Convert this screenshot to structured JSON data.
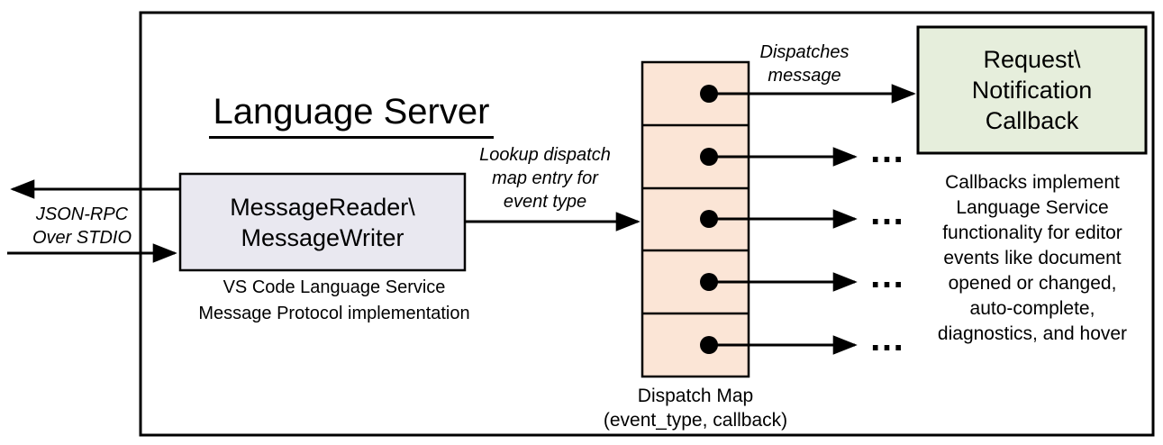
{
  "colors": {
    "background": "#ffffff",
    "border": "#000000",
    "message_box_fill": "#e9e8f0",
    "callback_box_fill": "#e6eedc",
    "dispatch_map_fill": "#fbe5d6"
  },
  "diagram": {
    "title": "Language Server",
    "message_box": {
      "label": "MessageReader\\\nMessageWriter",
      "caption": "VS Code Language Service\nMessage Protocol implementation"
    },
    "callback_box": {
      "label": "Request\\\nNotification\nCallback"
    },
    "dispatch_map": {
      "caption": "Dispatch Map\n(event_type, callback)",
      "cells": 5
    },
    "labels": {
      "stdio": "JSON-RPC\nOver STDIO",
      "lookup": "Lookup dispatch\nmap entry for\nevent type",
      "dispatches": "Dispatches\nmessage",
      "ellipsis": "…"
    },
    "note": "Callbacks implement\nLanguage Service\nfunctionality for editor\nevents like document\nopened or changed,\nauto-complete,\ndiagnostics, and hover"
  }
}
